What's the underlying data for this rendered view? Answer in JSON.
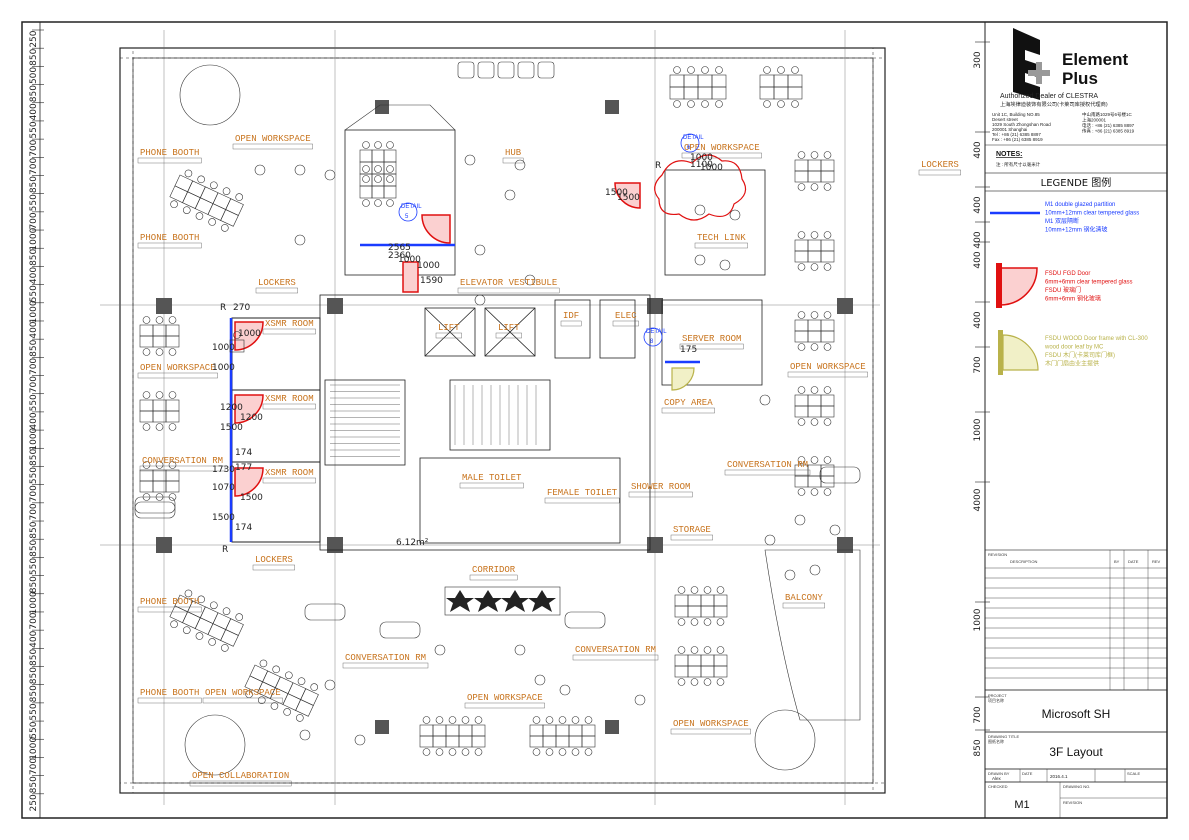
{
  "rooms": [
    {
      "id": "phone-booth-1",
      "label": "PHONE BOOTH"
    },
    {
      "id": "open-workspace-1",
      "label": "OPEN WORKSPACE"
    },
    {
      "id": "phone-booth-2",
      "label": "PHONE BOOTH"
    },
    {
      "id": "hub",
      "label": "HUB"
    },
    {
      "id": "open-workspace-2",
      "label": "OPEN WORKSPACE"
    },
    {
      "id": "lockers-1",
      "label": "LOCKERS"
    },
    {
      "id": "tech-link",
      "label": "TECH LINK"
    },
    {
      "id": "lockers-2",
      "label": "LOCKERS"
    },
    {
      "id": "elevator-vestibule",
      "label": "ELEVATOR VESTIBULE"
    },
    {
      "id": "xsmr-1",
      "label": "XSMR ROOM"
    },
    {
      "id": "lift-1",
      "label": "LIFT"
    },
    {
      "id": "lift-2",
      "label": "LIFT"
    },
    {
      "id": "idf",
      "label": "IDF"
    },
    {
      "id": "elec",
      "label": "ELEC"
    },
    {
      "id": "server-room",
      "label": "SERVER ROOM"
    },
    {
      "id": "open-workspace-3",
      "label": "OPEN WORKSPACE"
    },
    {
      "id": "open-workspace-4",
      "label": "OPEN WORKSPACE"
    },
    {
      "id": "xsmr-2",
      "label": "XSMR ROOM"
    },
    {
      "id": "copy-area",
      "label": "COPY AREA"
    },
    {
      "id": "conversation-rm-1",
      "label": "CONVERSATION RM"
    },
    {
      "id": "conversation-rm-2",
      "label": "CONVERSATION RM"
    },
    {
      "id": "xsmr-3",
      "label": "XSMR ROOM"
    },
    {
      "id": "male-toilet",
      "label": "MALE TOILET"
    },
    {
      "id": "female-toilet",
      "label": "FEMALE TOILET"
    },
    {
      "id": "shower-room",
      "label": "SHOWER ROOM"
    },
    {
      "id": "storage",
      "label": "STORAGE"
    },
    {
      "id": "lockers-3",
      "label": "LOCKERS"
    },
    {
      "id": "corridor",
      "label": "CORRIDOR"
    },
    {
      "id": "phone-booth-3",
      "label": "PHONE BOOTH"
    },
    {
      "id": "balcony",
      "label": "BALCONY"
    },
    {
      "id": "conversation-rm-3",
      "label": "CONVERSATION RM"
    },
    {
      "id": "conversation-rm-4",
      "label": "CONVERSATION RM"
    },
    {
      "id": "phone-booth-4",
      "label": "PHONE BOOTH"
    },
    {
      "id": "open-workspace-5",
      "label": "OPEN WORKSPACE"
    },
    {
      "id": "open-workspace-6",
      "label": "OPEN WORKSPACE"
    },
    {
      "id": "open-workspace-7",
      "label": "OPEN WORKSPACE"
    },
    {
      "id": "open-collaboration",
      "label": "OPEN COLLABORATION"
    }
  ],
  "area_label": "6.12m²",
  "markers": {
    "r1": "R",
    "r2": "R",
    "r3": "R",
    "detail5": "5",
    "detail6": "6",
    "detail8": "8",
    "detail_prefix": "DETAIL"
  },
  "dimensions": {
    "left": [
      "250",
      "850",
      "500",
      "850",
      "400",
      "550",
      "700",
      "700",
      "850",
      "550",
      "700",
      "1000",
      "850",
      "400",
      "550",
      "1000",
      "400",
      "850",
      "700",
      "700",
      "550",
      "400",
      "1000",
      "850",
      "550",
      "700",
      "700",
      "850",
      "850",
      "550",
      "850",
      "1000",
      "700",
      "400",
      "850",
      "850",
      "850",
      "550",
      "550",
      "1000",
      "700",
      "850",
      "250"
    ],
    "right": [
      "300",
      "400",
      "400",
      "400",
      "400",
      "400",
      "700",
      "1000",
      "4000",
      "1000",
      "700",
      "850"
    ]
  },
  "door_dims": [
    "2565",
    "1000",
    "2360",
    "1000",
    "1500",
    "1500",
    "1590",
    "1000",
    "1100",
    "1000",
    "270",
    "1000",
    "1000",
    "1000",
    "1200",
    "1200",
    "1500",
    "174",
    "1730",
    "1070",
    "177",
    "1500",
    "1500",
    "174",
    "175"
  ],
  "title_block": {
    "company_line1": "Element",
    "company_line2": "Plus",
    "dealer": "Authorized Dealer of CLESTRA",
    "dealer_cn": "上海埃律迪装饰有限公司(卡莱司库授权代理商)",
    "addr_left": [
      "Unit 1C, Building NO.85",
      "Desert street",
      "1029 South Zhongshan Road",
      "200001 Shanghai",
      "Tel : +86 (21) 6385 8897",
      "Fax : +86 (21) 6385 8919"
    ],
    "addr_right": [
      "中山南路1029号6号楼1C",
      "上海200001",
      "电话 : +86 (21) 6385 8897",
      "传真 : +86 (21) 6385 8919"
    ],
    "notes_heading": "NOTES:",
    "notes_text": "注 : 所有尺寸以毫米计",
    "legend_heading": "LEGENDE  图例",
    "legend_m1": [
      "M1 double glazed partition",
      "10mm+12mm clear tempered glass",
      "M1 双层隔断",
      "10mm+12mm 钢化清玻"
    ],
    "legend_fsdu": [
      "FSDU FGD Door",
      "6mm+6mm clear tempered glass",
      "FSDU 玻璃门",
      "6mm+6mm 钢化玻璃"
    ],
    "legend_wood": [
      "FSDU WOOD Door frame with CL-300",
      "wood door leaf by MC",
      "FSDU 木门(卡莱司库门框)",
      "木门门扇由业主提供"
    ],
    "revision_heading": "REVISION",
    "revision_cols": [
      "DESCRIPTION",
      "BY",
      "DATE",
      "REV"
    ],
    "project_label": "PROJECT",
    "project_label_cn": "项目名称",
    "project": "Microsoft SH",
    "drawing_title_label": "DRAWING TITLE",
    "drawing_title_label_cn": "图纸名称",
    "drawing_title": "3F Layout",
    "drawn_by_label": "DRAWN BY",
    "drawn_by": "Alex",
    "date_label": "DATE",
    "date": "2016.4.1",
    "scale_label": "SCALE",
    "checked_label": "CHECKED",
    "drawing_no_label": "DRAWING NO.",
    "drawing_no": "M1",
    "revision_label": "REVISION"
  },
  "colors": {
    "linework": "#222222",
    "label": "#c8741e",
    "glass": "#1a3cff",
    "glass_door": "#e01010",
    "wood_door": "#b9b24a",
    "background": "#ffffff"
  }
}
